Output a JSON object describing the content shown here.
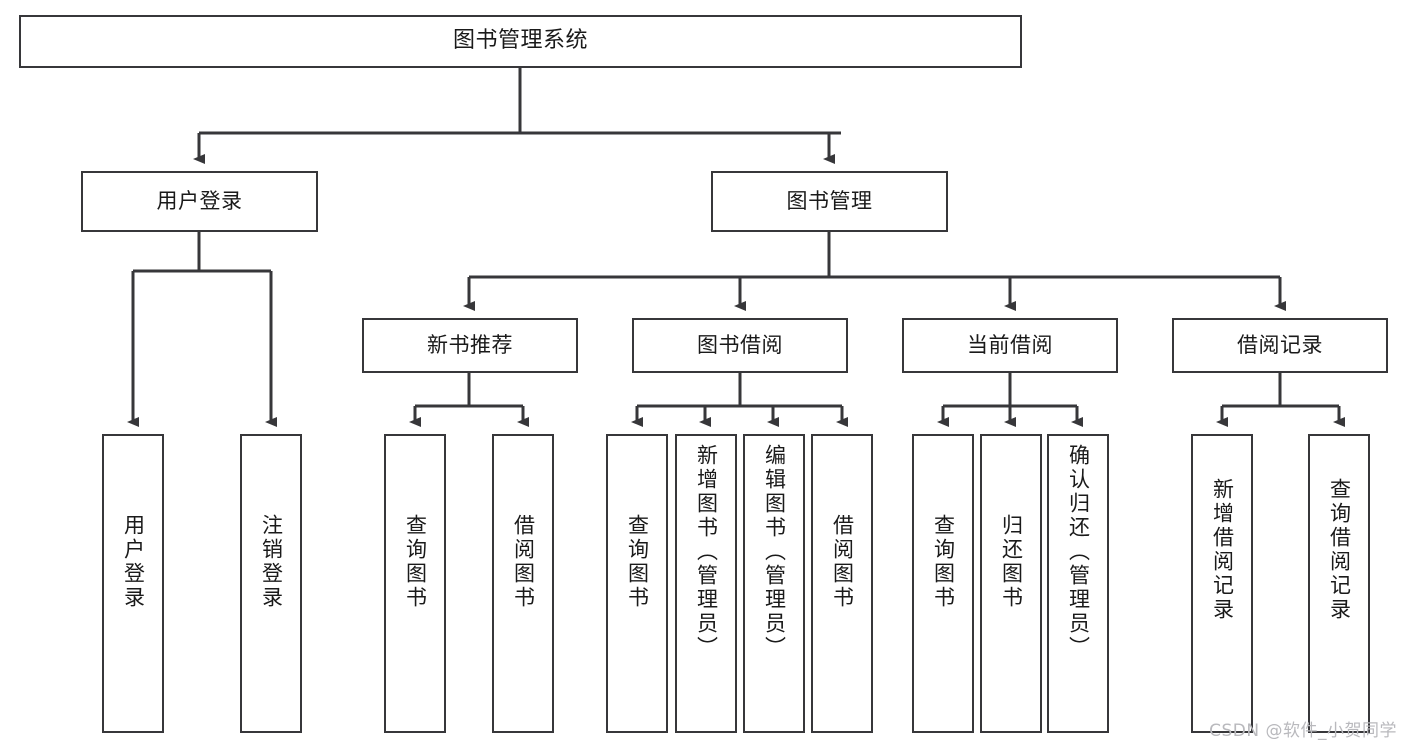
{
  "diagram": {
    "kind": "tree-hierarchy",
    "title": "图书管理系统",
    "line_color": "#37373a",
    "box_fill": "#ffffff",
    "text_color": "#1a1a1a",
    "watermark": "CSDN @软件_小贺同学"
  },
  "nodes": {
    "root": {
      "label": "图书管理系统"
    },
    "level2": [
      {
        "label": "用户登录"
      },
      {
        "label": "图书管理"
      }
    ],
    "level3": [
      {
        "label": "新书推荐"
      },
      {
        "label": "图书借阅"
      },
      {
        "label": "当前借阅"
      },
      {
        "label": "借阅记录"
      }
    ],
    "leaves_user_login": [
      {
        "label": "用户登录"
      },
      {
        "label": "注销登录"
      }
    ],
    "leaves_new_book": [
      {
        "label": "查询图书"
      },
      {
        "label": "借阅图书"
      }
    ],
    "leaves_borrow": [
      {
        "label": "查询图书"
      },
      {
        "label": "新增图书（管理员）"
      },
      {
        "label": "编辑图书（管理员）"
      },
      {
        "label": "借阅图书"
      }
    ],
    "leaves_current": [
      {
        "label": "查询图书"
      },
      {
        "label": "归还图书"
      },
      {
        "label": "确认归还（管理员）"
      }
    ],
    "leaves_record": [
      {
        "label": "新增借阅记录"
      },
      {
        "label": "查询借阅记录"
      }
    ]
  }
}
